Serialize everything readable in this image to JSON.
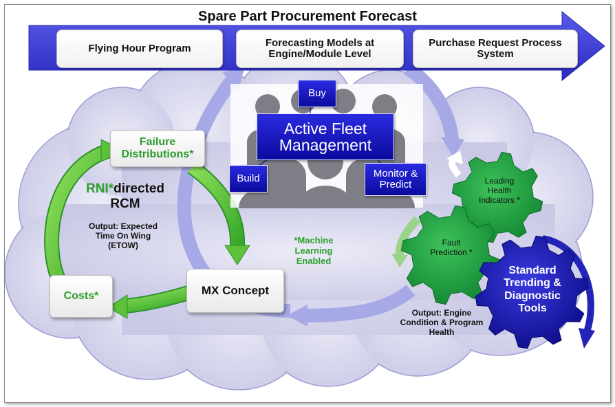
{
  "title": "Spare Part Procurement Forecast",
  "banner_steps": [
    {
      "label": "Flying Hour Program"
    },
    {
      "label": "Forecasting Models at Engine/Module Level"
    },
    {
      "label": "Purchase Request Process System"
    }
  ],
  "fleet": {
    "center": "Active Fleet Management",
    "buy": "Buy",
    "build": "Build",
    "monitor": "Monitor & Predict"
  },
  "rcm": {
    "failure": "Failure Distributions*",
    "costs": "Costs*",
    "mx": "MX Concept",
    "title_prefix": "RNI*",
    "title_rest": "directed",
    "title_line2": "RCM",
    "output": "Output: Expected Time On Wing (ETOW)"
  },
  "ml_note": "*Machine Learning Enabled",
  "gears": {
    "leading": "Leading Health Indicators *",
    "fault": "Fault Prediction *",
    "standard": "Standard Trending & Diagnostic Tools"
  },
  "health_output": "Output: Engine Condition & Program Health",
  "colors": {
    "banner": "#3b3bd6",
    "cloud": "#d3d3ec",
    "green": "#2ea02e",
    "blue_box": "#1414b8",
    "gear_blue": "#1a1aa8",
    "arrow_light": "#a7a9e6"
  }
}
